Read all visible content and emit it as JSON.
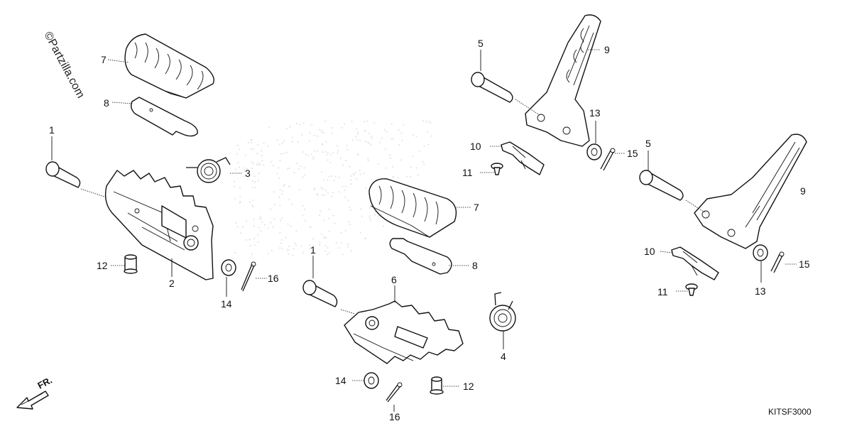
{
  "diagram": {
    "watermark": "©Partzilla.com",
    "catalog_code": "KITSF3000",
    "front_marker": "FR.",
    "callouts": {
      "c1a": "1",
      "c1b": "1",
      "c2": "2",
      "c3": "3",
      "c4": "4",
      "c5a": "5",
      "c5b": "5",
      "c6": "6",
      "c7a": "7",
      "c7b": "7",
      "c8a": "8",
      "c8b": "8",
      "c9a": "9",
      "c9b": "9",
      "c10a": "10",
      "c10b": "10",
      "c11a": "11",
      "c11b": "11",
      "c12a": "12",
      "c12b": "12",
      "c13a": "13",
      "c13b": "13",
      "c14a": "14",
      "c14b": "14",
      "c15a": "15",
      "c15b": "15",
      "c16a": "16",
      "c16b": "16"
    }
  }
}
